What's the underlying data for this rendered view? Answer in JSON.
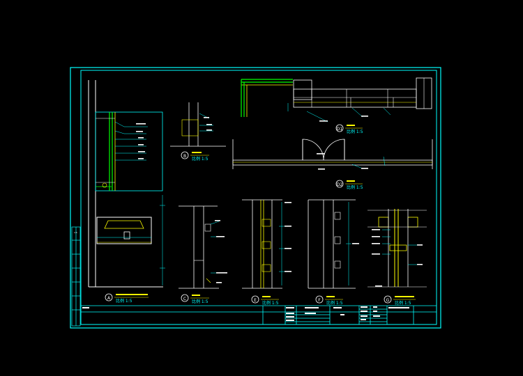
{
  "drawing": {
    "colors": {
      "background": "#000000",
      "frame": "#00ffff",
      "structure": "#ffffff",
      "highlight": "#ffff00",
      "accent": "#00ff00",
      "dimension": "#00ffff"
    },
    "details": [
      {
        "id": "A",
        "scale": "比例 1:5"
      },
      {
        "id": "B",
        "scale": "比例 1:5"
      },
      {
        "id": "C",
        "scale": "比例 1:5"
      },
      {
        "id": "D1",
        "scale": "比例 1:5"
      },
      {
        "id": "D2",
        "scale": "比例 1:5"
      },
      {
        "id": "E",
        "scale": "比例 1:5"
      },
      {
        "id": "F",
        "scale": "比例 1:5"
      },
      {
        "id": "G",
        "scale": "比例 1:5"
      }
    ],
    "side_panel": {
      "scale_note": "1:5"
    }
  }
}
